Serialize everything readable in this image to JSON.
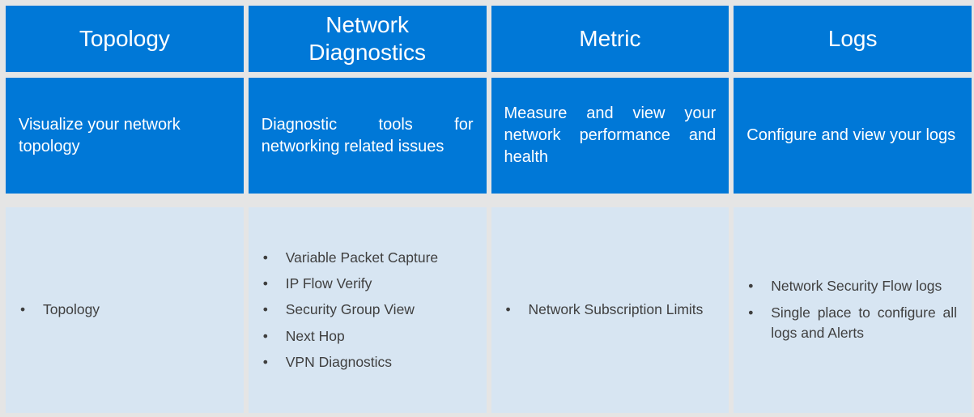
{
  "colors": {
    "tile_blue": "#0078d7",
    "panel_light_blue": "#d7e5f2",
    "page_background": "#e5e5e5",
    "tile_text": "#ffffff",
    "list_text": "#3f3f3f"
  },
  "columns": [
    {
      "title": "Topology",
      "description": "Visualize your network topology",
      "items": [
        "Topology"
      ]
    },
    {
      "title": "Network Diagnostics",
      "description": "Diagnostic tools for networking related issues",
      "items": [
        "Variable Packet Capture",
        "IP Flow Verify",
        "Security Group View",
        "Next Hop",
        "VPN Diagnostics"
      ]
    },
    {
      "title": "Metric",
      "description": "Measure and view your network performance and health",
      "items": [
        "Network Subscription Limits"
      ]
    },
    {
      "title": "Logs",
      "description": "Configure and view your logs",
      "items": [
        "Network Security Flow logs",
        "Single place to configure all logs and Alerts"
      ]
    }
  ]
}
